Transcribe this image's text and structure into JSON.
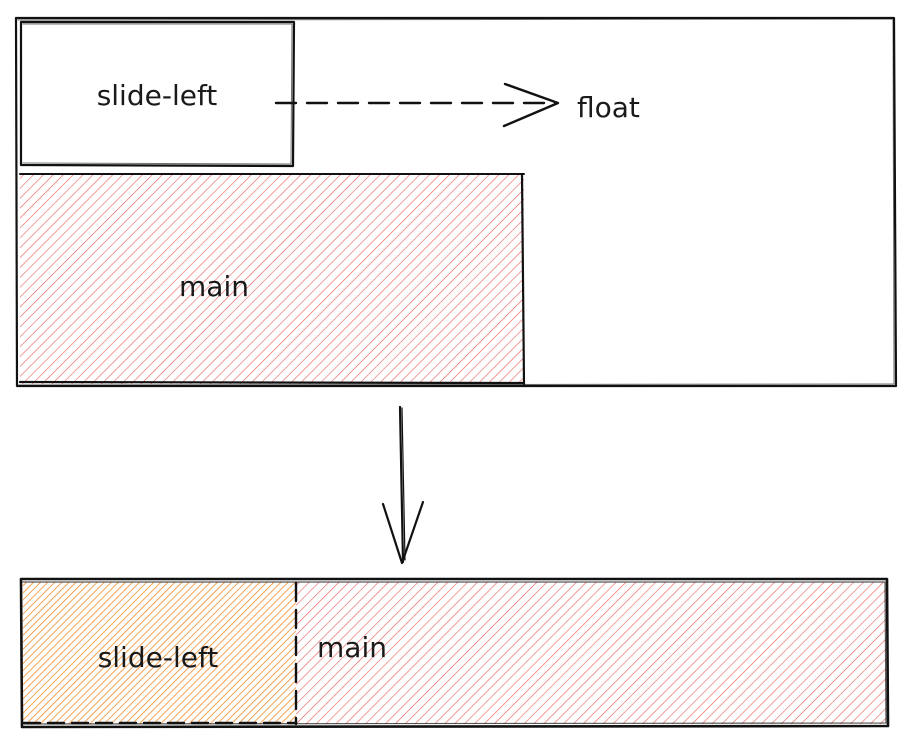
{
  "top": {
    "slide_left_label": "slide-left",
    "main_label": "main",
    "float_label": "float"
  },
  "bottom": {
    "slide_left_label": "slide-left",
    "main_label": "main"
  },
  "colors": {
    "main_hatch": "#e85a5a",
    "slide_hatch": "#f28c28",
    "stroke": "#111111"
  }
}
